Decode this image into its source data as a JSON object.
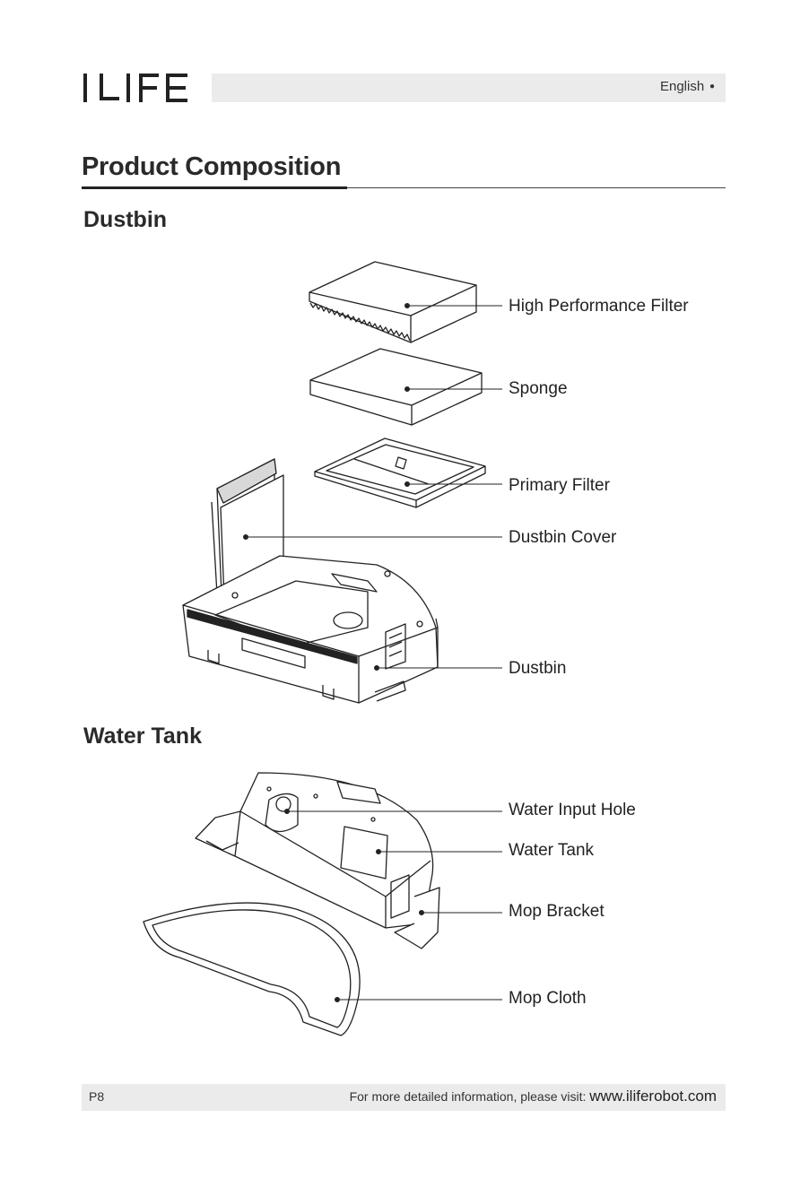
{
  "header": {
    "brand": "ILIFE",
    "language": "English"
  },
  "page_title": "Product Composition",
  "sections": [
    {
      "title": "Dustbin",
      "parts": [
        "High Performance Filter",
        "Sponge",
        "Primary Filter",
        "Dustbin Cover",
        "Dustbin"
      ]
    },
    {
      "title": "Water Tank",
      "parts": [
        "Water Input Hole",
        "Water Tank",
        "Mop Bracket",
        "Mop Cloth"
      ]
    }
  ],
  "footer": {
    "page_number": "P8",
    "info_text": "For more detailed information, please visit:",
    "url": "www.iliferobot.com"
  }
}
